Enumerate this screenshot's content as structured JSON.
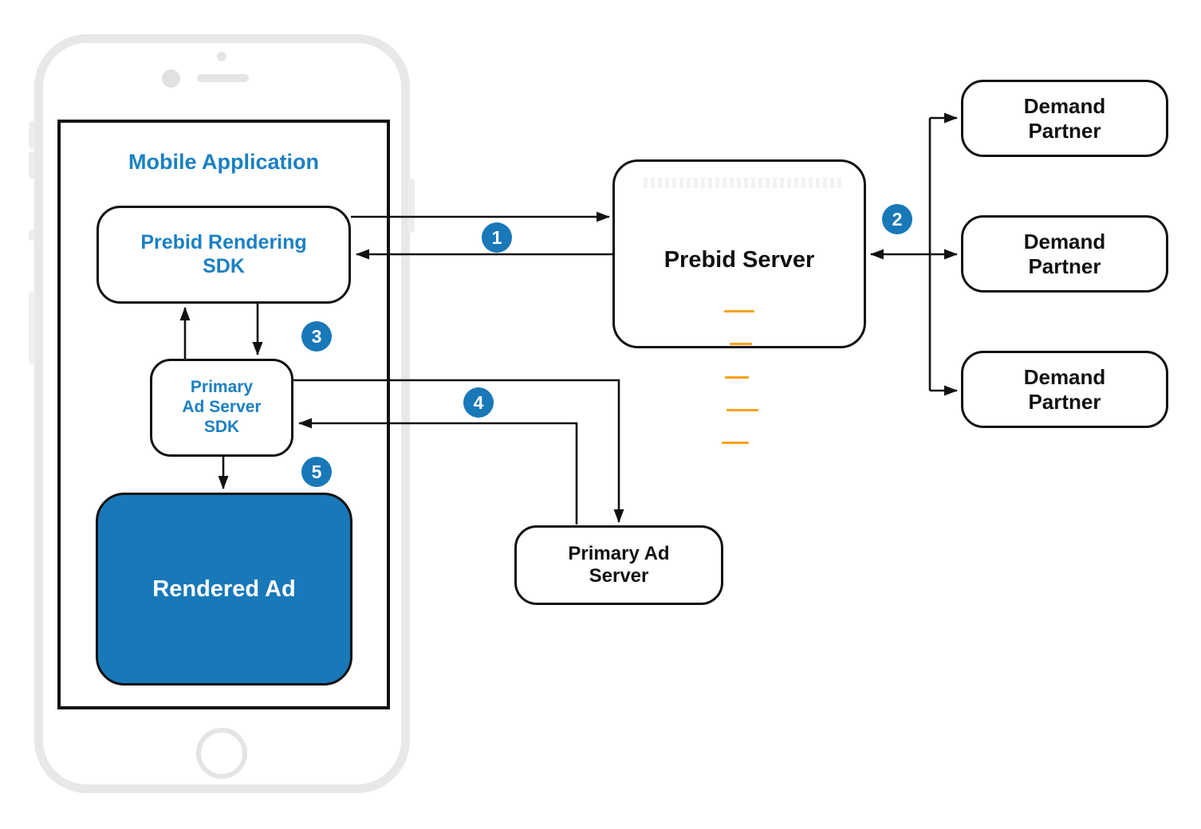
{
  "labels": {
    "mobile_application": "Mobile Application",
    "prebid_rendering_sdk": "Prebid Rendering\nSDK",
    "primary_ad_server_sdk": "Primary\nAd Server\nSDK",
    "rendered_ad": "Rendered Ad",
    "prebid_server": "Prebid Server",
    "primary_ad_server": "Primary Ad\nServer"
  },
  "demand_partners": [
    {
      "label": "Demand\nPartner"
    },
    {
      "label": "Demand\nPartner"
    },
    {
      "label": "Demand\nPartner"
    }
  ],
  "steps": [
    {
      "n": "1"
    },
    {
      "n": "2"
    },
    {
      "n": "3"
    },
    {
      "n": "4"
    },
    {
      "n": "5"
    }
  ],
  "icons": {
    "prebid_logo": "prebid-logo-icon"
  },
  "colors": {
    "accent_blue": "#1878B8",
    "text_blue": "#1B80C2",
    "logo_orange": "#F9A11C",
    "line_black": "#111111",
    "phone_gray": "#E7E8EA"
  }
}
